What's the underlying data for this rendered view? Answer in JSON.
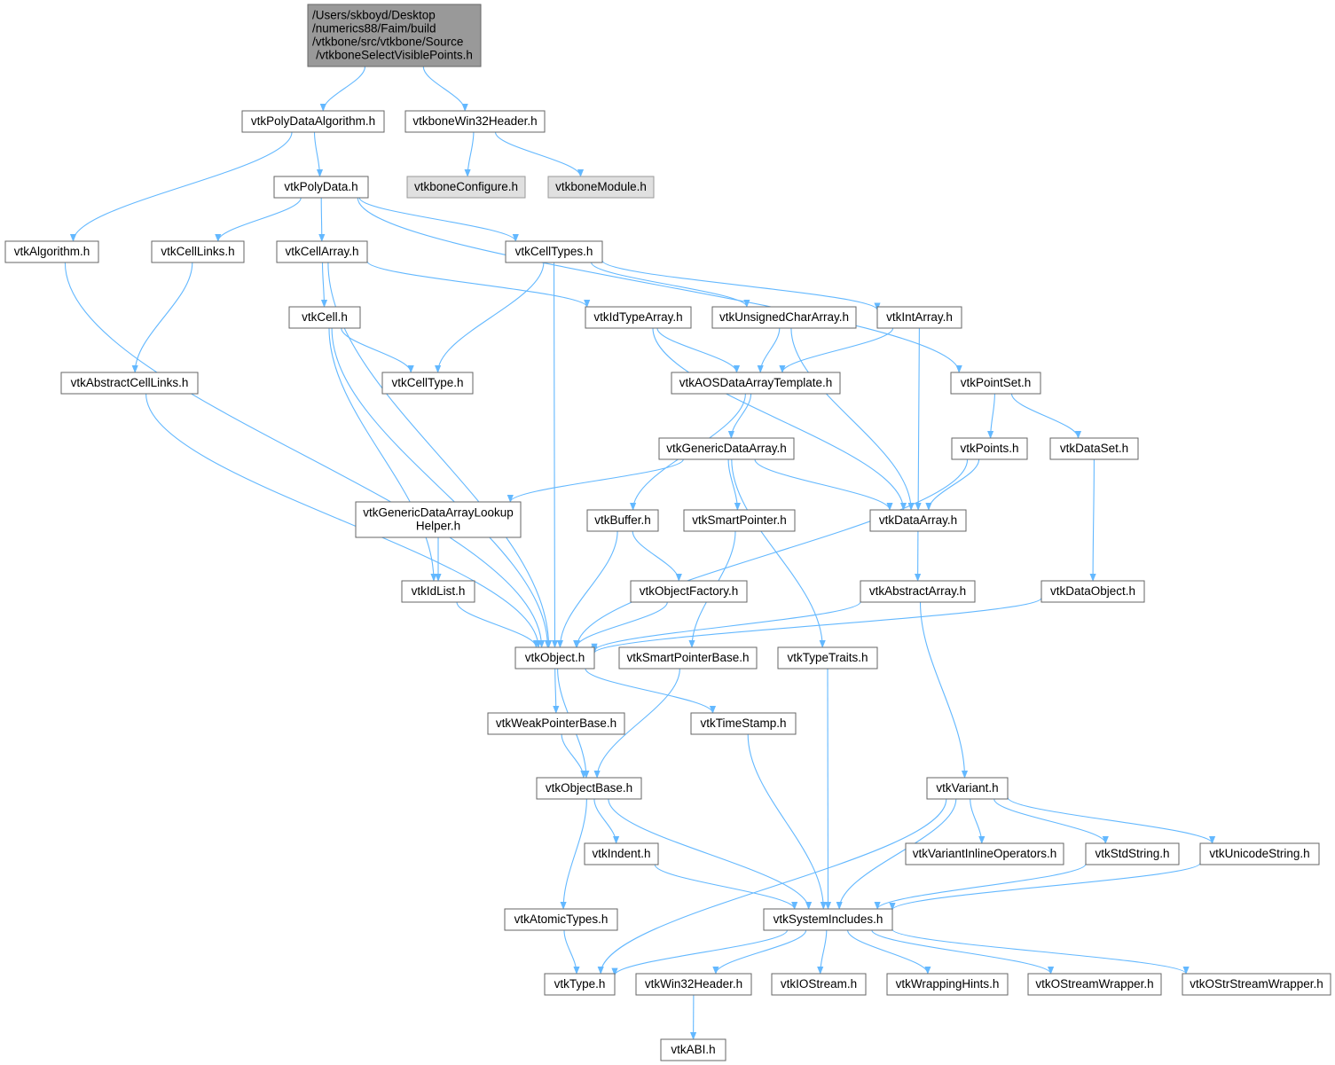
{
  "colors": {
    "edge": "#63b8ff",
    "node_border": "#666666",
    "node_fill": "#ffffff",
    "root_fill": "#999999",
    "external_fill": "#e0e0e0",
    "external_border": "#999999"
  },
  "nodes": [
    {
      "id": "root",
      "lines": [
        "/Users/skboyd/Desktop",
        "/numerics88/Faim/build",
        "/vtkbone/src/vtkbone/Source",
        "/vtkboneSelectVisiblePoints.h"
      ],
      "style": "root"
    },
    {
      "id": "polydataalgorithm",
      "lines": [
        "vtkPolyDataAlgorithm.h"
      ],
      "style": "normal"
    },
    {
      "id": "bonewin32header",
      "lines": [
        "vtkboneWin32Header.h"
      ],
      "style": "normal"
    },
    {
      "id": "boneconfigure",
      "lines": [
        "vtkboneConfigure.h"
      ],
      "style": "external"
    },
    {
      "id": "bonemodule",
      "lines": [
        "vtkboneModule.h"
      ],
      "style": "external"
    },
    {
      "id": "polydata",
      "lines": [
        "vtkPolyData.h"
      ],
      "style": "normal"
    },
    {
      "id": "algorithm",
      "lines": [
        "vtkAlgorithm.h"
      ],
      "style": "normal"
    },
    {
      "id": "celllinks",
      "lines": [
        "vtkCellLinks.h"
      ],
      "style": "normal"
    },
    {
      "id": "cellarray",
      "lines": [
        "vtkCellArray.h"
      ],
      "style": "normal"
    },
    {
      "id": "celltypes",
      "lines": [
        "vtkCellTypes.h"
      ],
      "style": "normal"
    },
    {
      "id": "cell",
      "lines": [
        "vtkCell.h"
      ],
      "style": "normal"
    },
    {
      "id": "idtypearray",
      "lines": [
        "vtkIdTypeArray.h"
      ],
      "style": "normal"
    },
    {
      "id": "unsignedchararray",
      "lines": [
        "vtkUnsignedCharArray.h"
      ],
      "style": "normal"
    },
    {
      "id": "intarray",
      "lines": [
        "vtkIntArray.h"
      ],
      "style": "normal"
    },
    {
      "id": "abstractcelllinks",
      "lines": [
        "vtkAbstractCellLinks.h"
      ],
      "style": "normal"
    },
    {
      "id": "celltype",
      "lines": [
        "vtkCellType.h"
      ],
      "style": "normal"
    },
    {
      "id": "aosdataarraytemplate",
      "lines": [
        "vtkAOSDataArrayTemplate.h"
      ],
      "style": "normal"
    },
    {
      "id": "pointset",
      "lines": [
        "vtkPointSet.h"
      ],
      "style": "normal"
    },
    {
      "id": "genericdataarray",
      "lines": [
        "vtkGenericDataArray.h"
      ],
      "style": "normal"
    },
    {
      "id": "points",
      "lines": [
        "vtkPoints.h"
      ],
      "style": "normal"
    },
    {
      "id": "dataset",
      "lines": [
        "vtkDataSet.h"
      ],
      "style": "normal"
    },
    {
      "id": "lookuphelper",
      "lines": [
        "vtkGenericDataArrayLookup",
        "Helper.h"
      ],
      "style": "normal"
    },
    {
      "id": "buffer",
      "lines": [
        "vtkBuffer.h"
      ],
      "style": "normal"
    },
    {
      "id": "smartpointer",
      "lines": [
        "vtkSmartPointer.h"
      ],
      "style": "normal"
    },
    {
      "id": "dataarray",
      "lines": [
        "vtkDataArray.h"
      ],
      "style": "normal"
    },
    {
      "id": "idlist",
      "lines": [
        "vtkIdList.h"
      ],
      "style": "normal"
    },
    {
      "id": "objectfactory",
      "lines": [
        "vtkObjectFactory.h"
      ],
      "style": "normal"
    },
    {
      "id": "abstractarray",
      "lines": [
        "vtkAbstractArray.h"
      ],
      "style": "normal"
    },
    {
      "id": "dataobject",
      "lines": [
        "vtkDataObject.h"
      ],
      "style": "normal"
    },
    {
      "id": "object",
      "lines": [
        "vtkObject.h"
      ],
      "style": "normal"
    },
    {
      "id": "smartpointerbase",
      "lines": [
        "vtkSmartPointerBase.h"
      ],
      "style": "normal"
    },
    {
      "id": "typetraits",
      "lines": [
        "vtkTypeTraits.h"
      ],
      "style": "normal"
    },
    {
      "id": "weakpointerbase",
      "lines": [
        "vtkWeakPointerBase.h"
      ],
      "style": "normal"
    },
    {
      "id": "timestamp",
      "lines": [
        "vtkTimeStamp.h"
      ],
      "style": "normal"
    },
    {
      "id": "objectbase",
      "lines": [
        "vtkObjectBase.h"
      ],
      "style": "normal"
    },
    {
      "id": "variant",
      "lines": [
        "vtkVariant.h"
      ],
      "style": "normal"
    },
    {
      "id": "indent",
      "lines": [
        "vtkIndent.h"
      ],
      "style": "normal"
    },
    {
      "id": "variantinlineoperators",
      "lines": [
        "vtkVariantInlineOperators.h"
      ],
      "style": "normal"
    },
    {
      "id": "stdstring",
      "lines": [
        "vtkStdString.h"
      ],
      "style": "normal"
    },
    {
      "id": "unicodestring",
      "lines": [
        "vtkUnicodeString.h"
      ],
      "style": "normal"
    },
    {
      "id": "atomictypes",
      "lines": [
        "vtkAtomicTypes.h"
      ],
      "style": "normal"
    },
    {
      "id": "systemincludes",
      "lines": [
        "vtkSystemIncludes.h"
      ],
      "style": "normal"
    },
    {
      "id": "type",
      "lines": [
        "vtkType.h"
      ],
      "style": "normal"
    },
    {
      "id": "win32header",
      "lines": [
        "vtkWin32Header.h"
      ],
      "style": "normal"
    },
    {
      "id": "iostream",
      "lines": [
        "vtkIOStream.h"
      ],
      "style": "normal"
    },
    {
      "id": "wrappinghints",
      "lines": [
        "vtkWrappingHints.h"
      ],
      "style": "normal"
    },
    {
      "id": "ostreamwrapper",
      "lines": [
        "vtkOStreamWrapper.h"
      ],
      "style": "normal"
    },
    {
      "id": "ostrstreamwrapper",
      "lines": [
        "vtkOStrStreamWrapper.h"
      ],
      "style": "normal"
    },
    {
      "id": "abi",
      "lines": [
        "vtkABI.h"
      ],
      "style": "normal"
    }
  ],
  "edges": [
    [
      "root",
      "polydataalgorithm"
    ],
    [
      "root",
      "bonewin32header"
    ],
    [
      "polydataalgorithm",
      "polydata"
    ],
    [
      "polydataalgorithm",
      "algorithm"
    ],
    [
      "bonewin32header",
      "boneconfigure"
    ],
    [
      "bonewin32header",
      "bonemodule"
    ],
    [
      "polydata",
      "celllinks"
    ],
    [
      "polydata",
      "cellarray"
    ],
    [
      "polydata",
      "celltypes"
    ],
    [
      "polydata",
      "pointset"
    ],
    [
      "algorithm",
      "object"
    ],
    [
      "celllinks",
      "abstractcelllinks"
    ],
    [
      "cellarray",
      "cell"
    ],
    [
      "cellarray",
      "idtypearray"
    ],
    [
      "cellarray",
      "object"
    ],
    [
      "celltypes",
      "celltype"
    ],
    [
      "celltypes",
      "unsignedchararray"
    ],
    [
      "celltypes",
      "intarray"
    ],
    [
      "celltypes",
      "object"
    ],
    [
      "cell",
      "celltype"
    ],
    [
      "cell",
      "idlist"
    ],
    [
      "cell",
      "object"
    ],
    [
      "idtypearray",
      "aosdataarraytemplate"
    ],
    [
      "idtypearray",
      "dataarray"
    ],
    [
      "unsignedchararray",
      "aosdataarraytemplate"
    ],
    [
      "unsignedchararray",
      "dataarray"
    ],
    [
      "intarray",
      "aosdataarraytemplate"
    ],
    [
      "intarray",
      "dataarray"
    ],
    [
      "abstractcelllinks",
      "object"
    ],
    [
      "aosdataarraytemplate",
      "genericdataarray"
    ],
    [
      "aosdataarraytemplate",
      "buffer"
    ],
    [
      "pointset",
      "points"
    ],
    [
      "pointset",
      "dataset"
    ],
    [
      "genericdataarray",
      "lookuphelper"
    ],
    [
      "genericdataarray",
      "smartpointer"
    ],
    [
      "genericdataarray",
      "dataarray"
    ],
    [
      "genericdataarray",
      "typetraits"
    ],
    [
      "points",
      "dataarray"
    ],
    [
      "points",
      "object"
    ],
    [
      "dataset",
      "dataobject"
    ],
    [
      "lookuphelper",
      "idlist"
    ],
    [
      "buffer",
      "object"
    ],
    [
      "buffer",
      "objectfactory"
    ],
    [
      "smartpointer",
      "smartpointerbase"
    ],
    [
      "dataarray",
      "abstractarray"
    ],
    [
      "idlist",
      "object"
    ],
    [
      "objectfactory",
      "object"
    ],
    [
      "abstractarray",
      "object"
    ],
    [
      "abstractarray",
      "variant"
    ],
    [
      "dataobject",
      "object"
    ],
    [
      "object",
      "objectbase"
    ],
    [
      "object",
      "weakpointerbase"
    ],
    [
      "object",
      "timestamp"
    ],
    [
      "smartpointerbase",
      "objectbase"
    ],
    [
      "typetraits",
      "systemincludes"
    ],
    [
      "weakpointerbase",
      "objectbase"
    ],
    [
      "timestamp",
      "systemincludes"
    ],
    [
      "objectbase",
      "indent"
    ],
    [
      "objectbase",
      "atomictypes"
    ],
    [
      "objectbase",
      "systemincludes"
    ],
    [
      "variant",
      "variantinlineoperators"
    ],
    [
      "variant",
      "stdstring"
    ],
    [
      "variant",
      "unicodestring"
    ],
    [
      "variant",
      "systemincludes"
    ],
    [
      "variant",
      "type"
    ],
    [
      "indent",
      "systemincludes"
    ],
    [
      "stdstring",
      "systemincludes"
    ],
    [
      "unicodestring",
      "systemincludes"
    ],
    [
      "atomictypes",
      "type"
    ],
    [
      "systemincludes",
      "type"
    ],
    [
      "systemincludes",
      "win32header"
    ],
    [
      "systemincludes",
      "iostream"
    ],
    [
      "systemincludes",
      "wrappinghints"
    ],
    [
      "systemincludes",
      "ostreamwrapper"
    ],
    [
      "systemincludes",
      "ostrstreamwrapper"
    ],
    [
      "win32header",
      "abi"
    ]
  ]
}
